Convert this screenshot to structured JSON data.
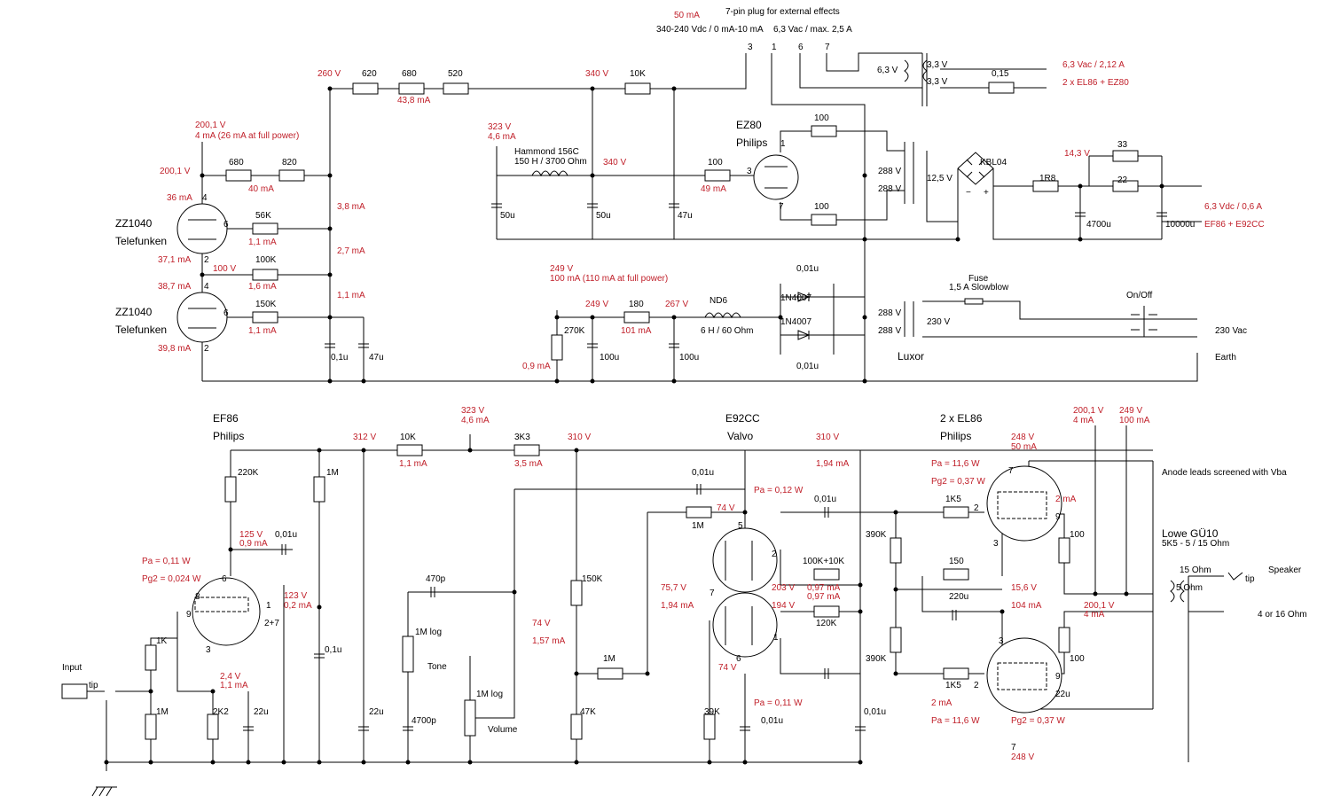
{
  "colors": {
    "wire": "#000000",
    "annotation": "#c0202a",
    "background": "#ffffff"
  },
  "icons": [
    "resistor-symbol",
    "capacitor-symbol",
    "vacuum-tube-symbol",
    "transformer-symbol",
    "diode-symbol",
    "inductor-symbol",
    "ground-symbol",
    "jack-socket-icon",
    "switch-symbol",
    "fuse-symbol"
  ],
  "labels": [
    {
      "t": "7-pin plug for external effects",
      "c": "black",
      "s": "n"
    },
    {
      "t": "340-240 Vdc / 0 mA-10 mA",
      "c": "black",
      "s": "n"
    },
    {
      "t": "6,3 Vac / max. 2,5 A",
      "c": "black",
      "s": "n"
    },
    {
      "t": "3",
      "c": "black",
      "s": "n"
    },
    {
      "t": "1",
      "c": "black",
      "s": "n"
    },
    {
      "t": "6",
      "c": "black",
      "s": "n"
    },
    {
      "t": "7",
      "c": "black",
      "s": "n"
    },
    {
      "t": "6,3 V",
      "c": "black",
      "s": "n"
    },
    {
      "t": "3,3 V",
      "c": "black",
      "s": "n"
    },
    {
      "t": "3,3 V",
      "c": "black",
      "s": "n"
    },
    {
      "t": "0,15",
      "c": "black",
      "s": "n"
    },
    {
      "t": "6,3 Vac / 2,12 A",
      "c": "red",
      "s": "n"
    },
    {
      "t": "2 x EL86 + EZ80",
      "c": "red",
      "s": "n"
    },
    {
      "t": "260 V",
      "c": "red",
      "s": "n"
    },
    {
      "t": "620",
      "c": "black",
      "s": "n"
    },
    {
      "t": "680",
      "c": "black",
      "s": "n"
    },
    {
      "t": "520",
      "c": "black",
      "s": "n"
    },
    {
      "t": "43,8 mA",
      "c": "red",
      "s": "n"
    },
    {
      "t": "340 V",
      "c": "red",
      "s": "n"
    },
    {
      "t": "10K",
      "c": "black",
      "s": "n"
    },
    {
      "t": "200,1 V",
      "c": "red",
      "s": "n"
    },
    {
      "t": "4 mA (26 mA at full power)",
      "c": "red",
      "s": "n"
    },
    {
      "t": "323 V",
      "c": "red",
      "s": "n"
    },
    {
      "t": "4,6 mA",
      "c": "red",
      "s": "n"
    },
    {
      "t": "Hammond 156C",
      "c": "black",
      "s": "n"
    },
    {
      "t": "150 H / 3700 Ohm",
      "c": "black",
      "s": "n"
    },
    {
      "t": "340 V",
      "c": "red",
      "s": "n"
    },
    {
      "t": "EZ80",
      "c": "black",
      "s": "b"
    },
    {
      "t": "Philips",
      "c": "black",
      "s": "b"
    },
    {
      "t": "1",
      "c": "black",
      "s": "n"
    },
    {
      "t": "3",
      "c": "black",
      "s": "n"
    },
    {
      "t": "7",
      "c": "black",
      "s": "n"
    },
    {
      "t": "100",
      "c": "black",
      "s": "n"
    },
    {
      "t": "100",
      "c": "black",
      "s": "n"
    },
    {
      "t": "100",
      "c": "black",
      "s": "n"
    },
    {
      "t": "49 mA",
      "c": "red",
      "s": "n"
    },
    {
      "t": "288 V",
      "c": "black",
      "s": "n"
    },
    {
      "t": "288 V",
      "c": "black",
      "s": "n"
    },
    {
      "t": "12,5 V",
      "c": "black",
      "s": "n"
    },
    {
      "t": "KBL04",
      "c": "black",
      "s": "n"
    },
    {
      "t": "−",
      "c": "black",
      "s": "n"
    },
    {
      "t": "+",
      "c": "black",
      "s": "n"
    },
    {
      "t": "1R8",
      "c": "black",
      "s": "n"
    },
    {
      "t": "14,3 V",
      "c": "red",
      "s": "n"
    },
    {
      "t": "33",
      "c": "black",
      "s": "n"
    },
    {
      "t": "22",
      "c": "black",
      "s": "n"
    },
    {
      "t": "4700u",
      "c": "black",
      "s": "n"
    },
    {
      "t": "10000u",
      "c": "black",
      "s": "n"
    },
    {
      "t": "6,3 Vdc / 0,6 A",
      "c": "red",
      "s": "n"
    },
    {
      "t": "EF86 + E92CC",
      "c": "red",
      "s": "n"
    },
    {
      "t": "200,1 V",
      "c": "red",
      "s": "n"
    },
    {
      "t": "680",
      "c": "black",
      "s": "n"
    },
    {
      "t": "820",
      "c": "black",
      "s": "n"
    },
    {
      "t": "40 mA",
      "c": "red",
      "s": "n"
    },
    {
      "t": "36 mA",
      "c": "red",
      "s": "n"
    },
    {
      "t": "4",
      "c": "black",
      "s": "n"
    },
    {
      "t": "ZZ1040",
      "c": "black",
      "s": "b"
    },
    {
      "t": "Telefunken",
      "c": "black",
      "s": "b"
    },
    {
      "t": "6",
      "c": "black",
      "s": "n"
    },
    {
      "t": "56K",
      "c": "black",
      "s": "n"
    },
    {
      "t": "1,1 mA",
      "c": "red",
      "s": "n"
    },
    {
      "t": "3,8 mA",
      "c": "red",
      "s": "n"
    },
    {
      "t": "37,1 mA",
      "c": "red",
      "s": "n"
    },
    {
      "t": "2",
      "c": "black",
      "s": "n"
    },
    {
      "t": "2,7 mA",
      "c": "red",
      "s": "n"
    },
    {
      "t": "100 V",
      "c": "red",
      "s": "n"
    },
    {
      "t": "100K",
      "c": "black",
      "s": "n"
    },
    {
      "t": "1,6 mA",
      "c": "red",
      "s": "n"
    },
    {
      "t": "38,7 mA",
      "c": "red",
      "s": "n"
    },
    {
      "t": "4",
      "c": "black",
      "s": "n"
    },
    {
      "t": "1,1 mA",
      "c": "red",
      "s": "n"
    },
    {
      "t": "ZZ1040",
      "c": "black",
      "s": "b"
    },
    {
      "t": "Telefunken",
      "c": "black",
      "s": "b"
    },
    {
      "t": "6",
      "c": "black",
      "s": "n"
    },
    {
      "t": "150K",
      "c": "black",
      "s": "n"
    },
    {
      "t": "1,1 mA",
      "c": "red",
      "s": "n"
    },
    {
      "t": "39,8 mA",
      "c": "red",
      "s": "n"
    },
    {
      "t": "2",
      "c": "black",
      "s": "n"
    },
    {
      "t": "0,1u",
      "c": "black",
      "s": "n"
    },
    {
      "t": "47u",
      "c": "black",
      "s": "n"
    },
    {
      "t": "50u",
      "c": "black",
      "s": "n"
    },
    {
      "t": "50u",
      "c": "black",
      "s": "n"
    },
    {
      "t": "47u",
      "c": "black",
      "s": "n"
    },
    {
      "t": "249 V",
      "c": "red",
      "s": "n"
    },
    {
      "t": "100 mA (110 mA at full power)",
      "c": "red",
      "s": "n"
    },
    {
      "t": "249 V",
      "c": "red",
      "s": "n"
    },
    {
      "t": "180",
      "c": "black",
      "s": "n"
    },
    {
      "t": "101 mA",
      "c": "red",
      "s": "n"
    },
    {
      "t": "267 V",
      "c": "red",
      "s": "n"
    },
    {
      "t": "ND6",
      "c": "black",
      "s": "n"
    },
    {
      "t": "6 H / 60 Ohm",
      "c": "black",
      "s": "n"
    },
    {
      "t": "270K",
      "c": "black",
      "s": "n"
    },
    {
      "t": "0,9 mA",
      "c": "red",
      "s": "n"
    },
    {
      "t": "100u",
      "c": "black",
      "s": "n"
    },
    {
      "t": "100u",
      "c": "black",
      "s": "n"
    },
    {
      "t": "0,01u",
      "c": "black",
      "s": "n"
    },
    {
      "t": "1N4007",
      "c": "black",
      "s": "n"
    },
    {
      "t": "1N4007",
      "c": "black",
      "s": "n"
    },
    {
      "t": "0,01u",
      "c": "black",
      "s": "n"
    },
    {
      "t": "288 V",
      "c": "black",
      "s": "n"
    },
    {
      "t": "288 V",
      "c": "black",
      "s": "n"
    },
    {
      "t": "230 V",
      "c": "black",
      "s": "n"
    },
    {
      "t": "Fuse",
      "c": "black",
      "s": "n"
    },
    {
      "t": "1,5 A Slowblow",
      "c": "black",
      "s": "n"
    },
    {
      "t": "On/Off",
      "c": "black",
      "s": "n"
    },
    {
      "t": "230 Vac",
      "c": "black",
      "s": "n"
    },
    {
      "t": "Luxor",
      "c": "black",
      "s": "b"
    },
    {
      "t": "Earth",
      "c": "black",
      "s": "n"
    },
    {
      "t": "EF86",
      "c": "black",
      "s": "b"
    },
    {
      "t": "Philips",
      "c": "black",
      "s": "b"
    },
    {
      "t": "312 V",
      "c": "red",
      "s": "n"
    },
    {
      "t": "10K",
      "c": "black",
      "s": "n"
    },
    {
      "t": "1,1 mA",
      "c": "red",
      "s": "n"
    },
    {
      "t": "323 V",
      "c": "red",
      "s": "n"
    },
    {
      "t": "4,6 mA",
      "c": "red",
      "s": "n"
    },
    {
      "t": "3K3",
      "c": "black",
      "s": "n"
    },
    {
      "t": "3,5 mA",
      "c": "red",
      "s": "n"
    },
    {
      "t": "310 V",
      "c": "red",
      "s": "n"
    },
    {
      "t": "E92CC",
      "c": "black",
      "s": "b"
    },
    {
      "t": "Valvo",
      "c": "black",
      "s": "b"
    },
    {
      "t": "310 V",
      "c": "red",
      "s": "n"
    },
    {
      "t": "1,94 mA",
      "c": "red",
      "s": "n"
    },
    {
      "t": "2 x EL86",
      "c": "black",
      "s": "b"
    },
    {
      "t": "Philips",
      "c": "black",
      "s": "b"
    },
    {
      "t": "200,1 V",
      "c": "red",
      "s": "n"
    },
    {
      "t": "4 mA",
      "c": "red",
      "s": "n"
    },
    {
      "t": "249 V",
      "c": "red",
      "s": "n"
    },
    {
      "t": "100 mA",
      "c": "red",
      "s": "n"
    },
    {
      "t": "248 V",
      "c": "red",
      "s": "n"
    },
    {
      "t": "50 mA",
      "c": "red",
      "s": "n"
    },
    {
      "t": "Anode leads screened with Vba",
      "c": "black",
      "s": "n"
    },
    {
      "t": "220K",
      "c": "black",
      "s": "n"
    },
    {
      "t": "1M",
      "c": "black",
      "s": "n"
    },
    {
      "t": "0,01u",
      "c": "black",
      "s": "n"
    },
    {
      "t": "Pa = 0,12 W",
      "c": "red",
      "s": "n"
    },
    {
      "t": "0,01u",
      "c": "black",
      "s": "n"
    },
    {
      "t": "74 V",
      "c": "red",
      "s": "n"
    },
    {
      "t": "1M",
      "c": "black",
      "s": "n"
    },
    {
      "t": "5",
      "c": "black",
      "s": "n"
    },
    {
      "t": "Pa = 11,6 W",
      "c": "red",
      "s": "n"
    },
    {
      "t": "Pg2 = 0,37 W",
      "c": "red",
      "s": "n"
    },
    {
      "t": "7",
      "c": "black",
      "s": "n"
    },
    {
      "t": "2 mA",
      "c": "red",
      "s": "n"
    },
    {
      "t": "1K5",
      "c": "black",
      "s": "n"
    },
    {
      "t": "2",
      "c": "black",
      "s": "n"
    },
    {
      "t": "9",
      "c": "black",
      "s": "n"
    },
    {
      "t": "3",
      "c": "black",
      "s": "n"
    },
    {
      "t": "100",
      "c": "black",
      "s": "n"
    },
    {
      "t": "Lowe GÜ10",
      "c": "black",
      "s": "b"
    },
    {
      "t": "5K5 - 5 / 15 Ohm",
      "c": "black",
      "s": "n"
    },
    {
      "t": "125 V",
      "c": "red",
      "s": "n"
    },
    {
      "t": "0,9 mA",
      "c": "red",
      "s": "n"
    },
    {
      "t": "0,01u",
      "c": "black",
      "s": "n"
    },
    {
      "t": "Pa = 0,11 W",
      "c": "red",
      "s": "n"
    },
    {
      "t": "Pg2 = 0,024 W",
      "c": "red",
      "s": "n"
    },
    {
      "t": "8",
      "c": "black",
      "s": "n"
    },
    {
      "t": "6",
      "c": "black",
      "s": "n"
    },
    {
      "t": "9",
      "c": "black",
      "s": "n"
    },
    {
      "t": "1",
      "c": "black",
      "s": "n"
    },
    {
      "t": "2+7",
      "c": "black",
      "s": "n"
    },
    {
      "t": "3",
      "c": "black",
      "s": "n"
    },
    {
      "t": "123 V",
      "c": "red",
      "s": "n"
    },
    {
      "t": "0,2 mA",
      "c": "red",
      "s": "n"
    },
    {
      "t": "470p",
      "c": "black",
      "s": "n"
    },
    {
      "t": "1M log",
      "c": "black",
      "s": "n"
    },
    {
      "t": "Tone",
      "c": "black",
      "s": "n"
    },
    {
      "t": "150K",
      "c": "black",
      "s": "n"
    },
    {
      "t": "2",
      "c": "black",
      "s": "n"
    },
    {
      "t": "100K+10K",
      "c": "black",
      "s": "n"
    },
    {
      "t": "0,97 mA",
      "c": "red",
      "s": "n"
    },
    {
      "t": "203 V",
      "c": "red",
      "s": "n"
    },
    {
      "t": "0,97 mA",
      "c": "red",
      "s": "n"
    },
    {
      "t": "390K",
      "c": "black",
      "s": "n"
    },
    {
      "t": "150",
      "c": "black",
      "s": "n"
    },
    {
      "t": "220u",
      "c": "black",
      "s": "n"
    },
    {
      "t": "15,6 V",
      "c": "red",
      "s": "n"
    },
    {
      "t": "104 mA",
      "c": "red",
      "s": "n"
    },
    {
      "t": "200,1 V",
      "c": "red",
      "s": "n"
    },
    {
      "t": "4 mA",
      "c": "red",
      "s": "n"
    },
    {
      "t": "15 Ohm",
      "c": "black",
      "s": "n"
    },
    {
      "t": "5 Ohm",
      "c": "black",
      "s": "n"
    },
    {
      "t": "tip",
      "c": "black",
      "s": "n"
    },
    {
      "t": "Speaker",
      "c": "black",
      "s": "n"
    },
    {
      "t": "4 or 16 Ohm",
      "c": "black",
      "s": "n"
    },
    {
      "t": "75,7 V",
      "c": "red",
      "s": "n"
    },
    {
      "t": "1,94 mA",
      "c": "red",
      "s": "n"
    },
    {
      "t": "7",
      "c": "black",
      "s": "n"
    },
    {
      "t": "194 V",
      "c": "red",
      "s": "n"
    },
    {
      "t": "1",
      "c": "black",
      "s": "n"
    },
    {
      "t": "120K",
      "c": "black",
      "s": "n"
    },
    {
      "t": "74 V",
      "c": "red",
      "s": "n"
    },
    {
      "t": "1,57 mA",
      "c": "red",
      "s": "n"
    },
    {
      "t": "1K",
      "c": "black",
      "s": "n"
    },
    {
      "t": "0,1u",
      "c": "black",
      "s": "n"
    },
    {
      "t": "1M log",
      "c": "black",
      "s": "n"
    },
    {
      "t": "1M",
      "c": "black",
      "s": "n"
    },
    {
      "t": "6",
      "c": "black",
      "s": "n"
    },
    {
      "t": "74 V",
      "c": "red",
      "s": "n"
    },
    {
      "t": "390K",
      "c": "black",
      "s": "n"
    },
    {
      "t": "1K5",
      "c": "black",
      "s": "n"
    },
    {
      "t": "2",
      "c": "black",
      "s": "n"
    },
    {
      "t": "3",
      "c": "black",
      "s": "n"
    },
    {
      "t": "9",
      "c": "black",
      "s": "n"
    },
    {
      "t": "100",
      "c": "black",
      "s": "n"
    },
    {
      "t": "0,01u",
      "c": "black",
      "s": "n"
    },
    {
      "t": "Input",
      "c": "black",
      "s": "n"
    },
    {
      "t": "tip",
      "c": "black",
      "s": "n"
    },
    {
      "t": "2,4 V",
      "c": "red",
      "s": "n"
    },
    {
      "t": "1,1 mA",
      "c": "red",
      "s": "n"
    },
    {
      "t": "1M",
      "c": "black",
      "s": "n"
    },
    {
      "t": "2K2",
      "c": "black",
      "s": "n"
    },
    {
      "t": "22u",
      "c": "black",
      "s": "n"
    },
    {
      "t": "22u",
      "c": "black",
      "s": "n"
    },
    {
      "t": "4700p",
      "c": "black",
      "s": "n"
    },
    {
      "t": "Volume",
      "c": "black",
      "s": "n"
    },
    {
      "t": "47K",
      "c": "black",
      "s": "n"
    },
    {
      "t": "Pa = 0,11 W",
      "c": "red",
      "s": "n"
    },
    {
      "t": "39K",
      "c": "black",
      "s": "n"
    },
    {
      "t": "0,01u",
      "c": "black",
      "s": "n"
    },
    {
      "t": "22u",
      "c": "black",
      "s": "n"
    },
    {
      "t": "2 mA",
      "c": "red",
      "s": "n"
    },
    {
      "t": "Pa = 11,6 W",
      "c": "red",
      "s": "n"
    },
    {
      "t": "Pg2 = 0,37 W",
      "c": "red",
      "s": "n"
    },
    {
      "t": "7",
      "c": "black",
      "s": "n"
    },
    {
      "t": "248 V",
      "c": "red",
      "s": "n"
    },
    {
      "t": "50 mA",
      "c": "red",
      "s": "n"
    }
  ]
}
